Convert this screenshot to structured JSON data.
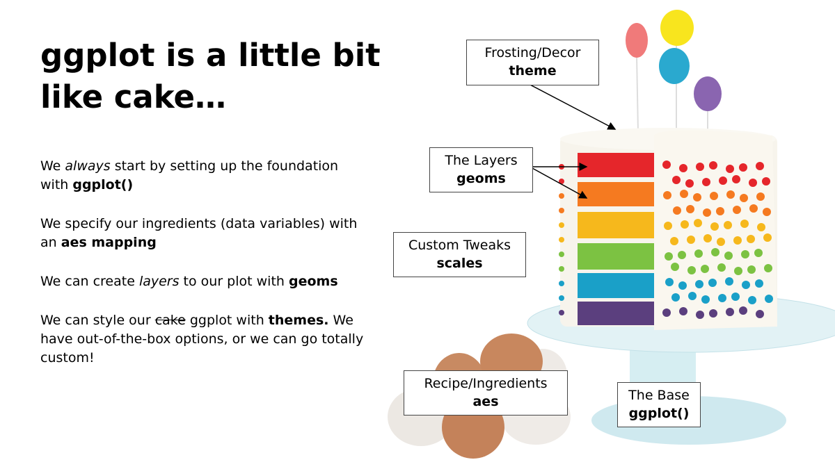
{
  "title": {
    "line1": "ggplot is a little bit",
    "line2": "like cake…"
  },
  "paragraphs": {
    "p1": {
      "a": "We ",
      "b": "always",
      "c": " start by setting up the foundation with ",
      "d": "ggplot()"
    },
    "p2": {
      "a": "We specify our ingredients (data variables) with an ",
      "b": "aes mapping"
    },
    "p3": {
      "a": "We can create ",
      "b": "layers",
      "c": " to our plot with ",
      "d": "geoms"
    },
    "p4": {
      "a": "We can style our ",
      "strike": "cake",
      "b": " ggplot with ",
      "c": "themes.",
      "d": " We have out-of-the-box options, or we can go totally custom!"
    }
  },
  "labels": {
    "frosting": {
      "top": "Frosting/Decor",
      "bottom": "theme"
    },
    "layers": {
      "top": "The Layers",
      "bottom": "geoms"
    },
    "tweaks": {
      "top": "Custom Tweaks",
      "bottom": "scales"
    },
    "recipe": {
      "top": "Recipe/Ingredients",
      "bottom": "aes"
    },
    "base": {
      "top": "The Base",
      "bottom": "ggplot()"
    }
  },
  "colors": {
    "red": "#e5262b",
    "orange": "#f57a20",
    "yellow": "#f6b81c",
    "green": "#7cc242",
    "blue": "#1aa0c8",
    "purple": "#5b3f7e",
    "stand": "#d8eef2",
    "frosting": "#f6f3ea",
    "egg": "#c8875e"
  }
}
